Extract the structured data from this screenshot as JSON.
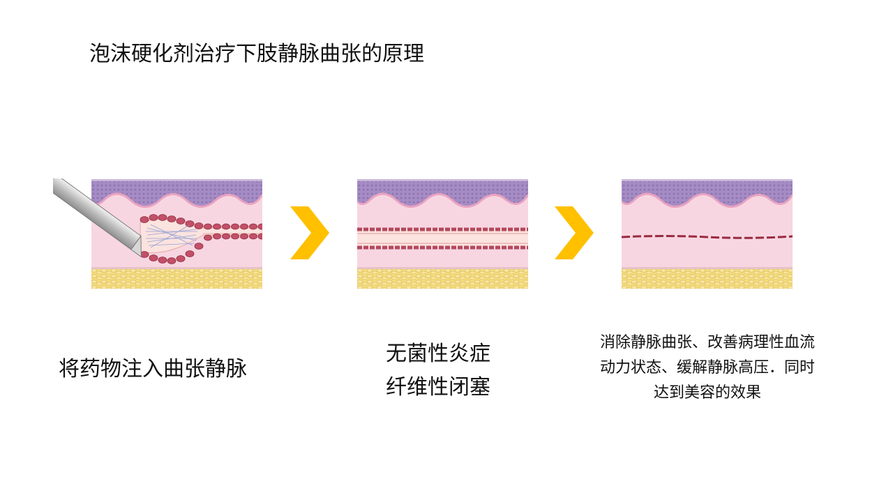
{
  "title": "泡沫硬化剂治疗下肢静脉曲张的原理",
  "steps": [
    {
      "lines": [
        "将药物注入曲张静脉"
      ]
    },
    {
      "lines": [
        "无菌性炎症",
        "纤维性闭塞"
      ]
    },
    {
      "lines": [
        "消除静脉曲张、改善病理性血流",
        "动力状态、缓解静脉高压．同时",
        "达到美容的效果"
      ]
    }
  ],
  "colors": {
    "arrow": "#FFC000",
    "epidermis": "#A58CC4",
    "dermis": "#F7D6E2",
    "vein_wall": "#B4485C",
    "fat": "#F3DA7C"
  },
  "icons": {
    "arrow": "chevron-right-icon",
    "needle": "syringe-needle-icon"
  }
}
